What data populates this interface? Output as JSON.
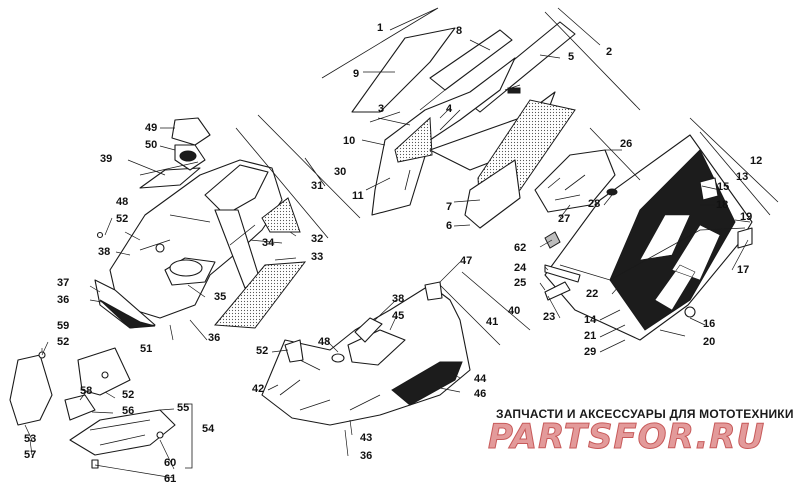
{
  "diagram": {
    "callouts": [
      {
        "id": "c1",
        "text": "1"
      },
      {
        "id": "c2",
        "text": "2"
      },
      {
        "id": "c3",
        "text": "3"
      },
      {
        "id": "c4",
        "text": "4"
      },
      {
        "id": "c5",
        "text": "5"
      },
      {
        "id": "c6",
        "text": "6"
      },
      {
        "id": "c7",
        "text": "7"
      },
      {
        "id": "c8",
        "text": "8"
      },
      {
        "id": "c9",
        "text": "9"
      },
      {
        "id": "c10",
        "text": "10"
      },
      {
        "id": "c11",
        "text": "11"
      },
      {
        "id": "c12",
        "text": "12"
      },
      {
        "id": "c13",
        "text": "13"
      },
      {
        "id": "c14",
        "text": "14"
      },
      {
        "id": "c15",
        "text": "15"
      },
      {
        "id": "c16",
        "text": "16"
      },
      {
        "id": "c17",
        "text": "17"
      },
      {
        "id": "c18",
        "text": "18"
      },
      {
        "id": "c19",
        "text": "19"
      },
      {
        "id": "c20",
        "text": "20"
      },
      {
        "id": "c21",
        "text": "21"
      },
      {
        "id": "c22",
        "text": "22"
      },
      {
        "id": "c23",
        "text": "23"
      },
      {
        "id": "c24",
        "text": "24"
      },
      {
        "id": "c25",
        "text": "25"
      },
      {
        "id": "c26",
        "text": "26"
      },
      {
        "id": "c27",
        "text": "27"
      },
      {
        "id": "c28",
        "text": "28"
      },
      {
        "id": "c29",
        "text": "29"
      },
      {
        "id": "c30",
        "text": "30"
      },
      {
        "id": "c31",
        "text": "31"
      },
      {
        "id": "c32",
        "text": "32"
      },
      {
        "id": "c33",
        "text": "33"
      },
      {
        "id": "c34",
        "text": "34"
      },
      {
        "id": "c35",
        "text": "35"
      },
      {
        "id": "c36a",
        "text": "36"
      },
      {
        "id": "c36b",
        "text": "36"
      },
      {
        "id": "c36c",
        "text": "36"
      },
      {
        "id": "c37",
        "text": "37"
      },
      {
        "id": "c38a",
        "text": "38"
      },
      {
        "id": "c38b",
        "text": "38"
      },
      {
        "id": "c39",
        "text": "39"
      },
      {
        "id": "c40",
        "text": "40"
      },
      {
        "id": "c41",
        "text": "41"
      },
      {
        "id": "c42",
        "text": "42"
      },
      {
        "id": "c43",
        "text": "43"
      },
      {
        "id": "c44",
        "text": "44"
      },
      {
        "id": "c45",
        "text": "45"
      },
      {
        "id": "c46",
        "text": "46"
      },
      {
        "id": "c47",
        "text": "47"
      },
      {
        "id": "c48a",
        "text": "48"
      },
      {
        "id": "c48b",
        "text": "48"
      },
      {
        "id": "c49",
        "text": "49"
      },
      {
        "id": "c50",
        "text": "50"
      },
      {
        "id": "c51",
        "text": "51"
      },
      {
        "id": "c52a",
        "text": "52"
      },
      {
        "id": "c52b",
        "text": "52"
      },
      {
        "id": "c52c",
        "text": "52"
      },
      {
        "id": "c52d",
        "text": "52"
      },
      {
        "id": "c53",
        "text": "53"
      },
      {
        "id": "c54",
        "text": "54"
      },
      {
        "id": "c55",
        "text": "55"
      },
      {
        "id": "c56",
        "text": "56"
      },
      {
        "id": "c57",
        "text": "57"
      },
      {
        "id": "c58",
        "text": "58"
      },
      {
        "id": "c59",
        "text": "59"
      },
      {
        "id": "c60",
        "text": "60"
      },
      {
        "id": "c61",
        "text": "61"
      },
      {
        "id": "c62",
        "text": "62"
      }
    ]
  },
  "watermark": {
    "tagline": "ЗАПЧАСТИ И АКСЕССУАРЫ ДЛЯ МОТОТЕХНИКИ",
    "logo": "PARTSFOR.RU"
  }
}
